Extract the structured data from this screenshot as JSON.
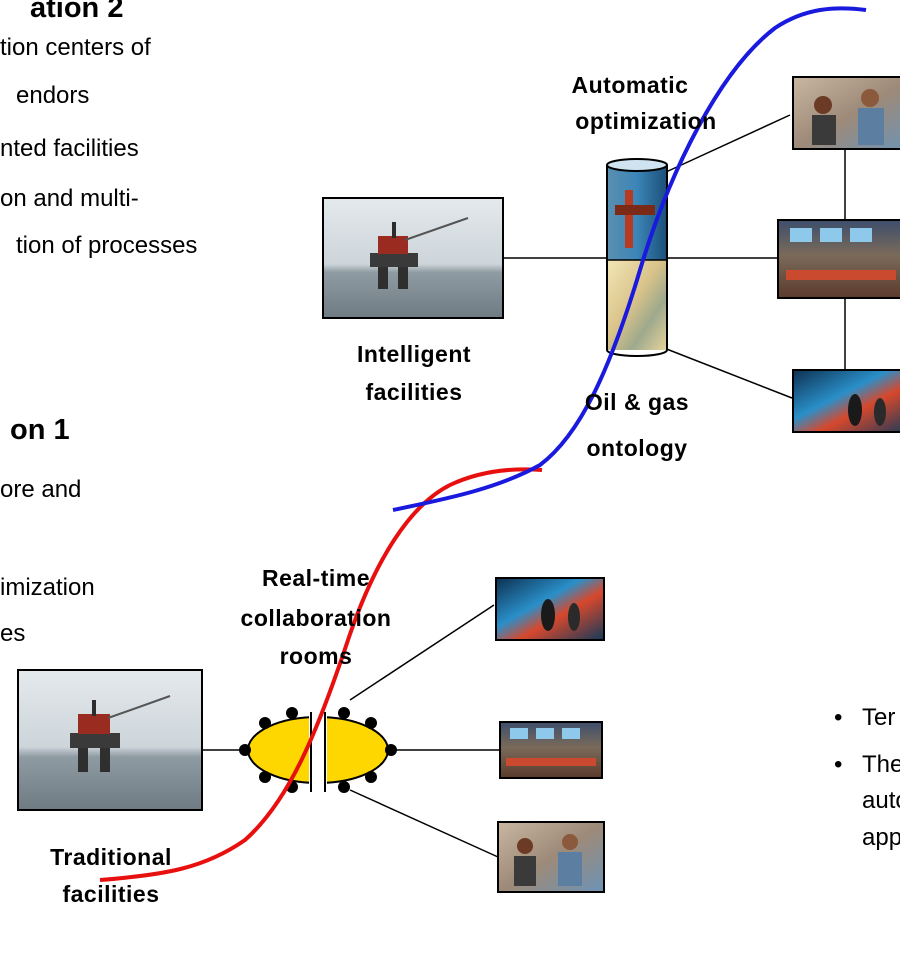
{
  "gen2": {
    "heading": "ation 2",
    "items": [
      "tion centers of",
      "endors",
      "nted facilities",
      "on and multi-",
      "tion of processes"
    ]
  },
  "gen1": {
    "heading": "on 1",
    "items": [
      "ore and",
      "imization",
      "es"
    ]
  },
  "labels": {
    "automatic_1": "Automatic",
    "automatic_2": "optimization",
    "intelligent_1": "Intelligent",
    "intelligent_2": "facilities",
    "ontology_1": "Oil & gas",
    "ontology_2": "ontology",
    "realtime_1": "Real-time",
    "realtime_2": "collaboration",
    "realtime_3": "rooms",
    "traditional_1": "Traditional",
    "traditional_2": "facilities"
  },
  "bullets": {
    "symbol": "•",
    "b1": "Ter",
    "b2_1": "The",
    "b2_2": "auto",
    "b2_3": "app"
  },
  "colors": {
    "gen2_curve": "#1a1adf",
    "gen1_curve": "#e80f0f",
    "ellipse_fill": "#ffd700",
    "sea": "#9aa6ad",
    "sky": "#d6dde1"
  }
}
